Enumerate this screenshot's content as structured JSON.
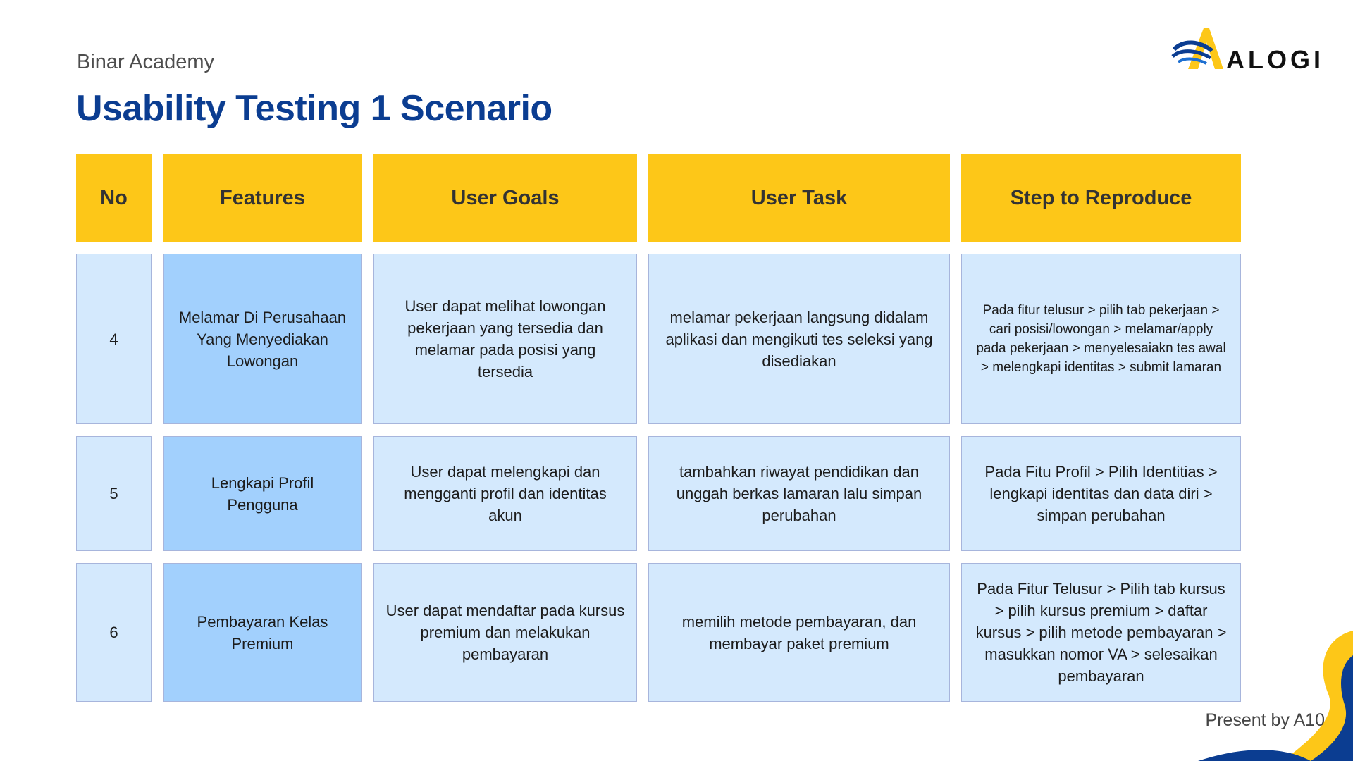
{
  "header": {
    "org": "Binar Academy",
    "title": "Usability Testing 1 Scenario",
    "logo_text": "ALOGI"
  },
  "table": {
    "columns": [
      "No",
      "Features",
      "User Goals",
      "User Task",
      "Step to Reproduce"
    ],
    "rows": [
      {
        "no": "4",
        "feature": "Melamar Di Perusahaan Yang Menyediakan Lowongan",
        "goal": "User dapat melihat lowongan pekerjaan yang tersedia dan melamar pada posisi yang tersedia",
        "task": "melamar pekerjaan langsung didalam aplikasi dan mengikuti tes seleksi yang disediakan",
        "steps": "Pada fitur telusur > pilih tab pekerjaan > cari posisi/lowongan > melamar/apply pada pekerjaan > menyelesaiakn tes awal > melengkapi identitas > submit lamaran"
      },
      {
        "no": "5",
        "feature": "Lengkapi Profil Pengguna",
        "goal": "User dapat melengkapi dan mengganti profil dan identitas akun",
        "task": "tambahkan riwayat pendidikan dan unggah berkas lamaran lalu simpan perubahan",
        "steps": "Pada Fitu Profil > Pilih Identitias > lengkapi identitas dan data diri > simpan perubahan"
      },
      {
        "no": "6",
        "feature": "Pembayaran Kelas Premium",
        "goal": "User dapat mendaftar pada kursus premium dan melakukan pembayaran",
        "task": "memilih metode pembayaran, dan membayar paket premium",
        "steps": "Pada Fitur Telusur > Pilih tab kursus > pilih kursus premium > daftar kursus > pilih metode pembayaran > masukkan nomor VA > selesaikan pembayaran"
      }
    ]
  },
  "footer": {
    "present": "Present by A10"
  },
  "colors": {
    "title": "#0b3d91",
    "header_bg": "#fdc718",
    "cell_bg": "#d4e9fd",
    "feature_bg": "#a2d0fd",
    "deco_yellow": "#fdc718",
    "deco_navy": "#0b3d91"
  },
  "icons": {
    "logo": "alogi-logo-icon"
  }
}
